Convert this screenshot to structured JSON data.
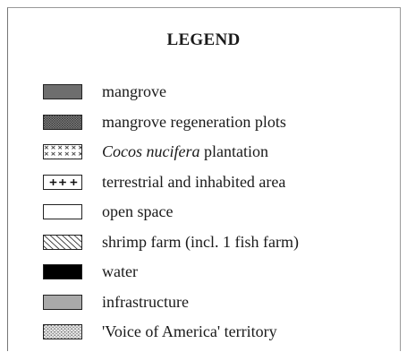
{
  "legend": {
    "title": "LEGEND",
    "items": [
      {
        "pattern": "solid-dark-gray",
        "color": "#6e6e6e",
        "label": "mangrove",
        "label_italic": "",
        "label_rest": ""
      },
      {
        "pattern": "dense-dots",
        "color": "#5a5a5a",
        "label": "mangrove regeneration plots",
        "label_italic": "",
        "label_rest": ""
      },
      {
        "pattern": "crosses-x",
        "color": "#ffffff",
        "label": "",
        "label_italic": "Cocos nucifera",
        "label_rest": " plantation"
      },
      {
        "pattern": "plus-signs",
        "color": "#ffffff",
        "label": "terrestrial and inhabited area",
        "label_italic": "",
        "label_rest": ""
      },
      {
        "pattern": "empty",
        "color": "#ffffff",
        "label": "open space",
        "label_italic": "",
        "label_rest": ""
      },
      {
        "pattern": "diagonal-hatch",
        "color": "#ffffff",
        "label": "shrimp farm (incl. 1 fish farm)",
        "label_italic": "",
        "label_rest": ""
      },
      {
        "pattern": "solid-black",
        "color": "#000000",
        "label": "water",
        "label_italic": "",
        "label_rest": ""
      },
      {
        "pattern": "solid-light-gray",
        "color": "#a9a9a9",
        "label": "infrastructure",
        "label_italic": "",
        "label_rest": ""
      },
      {
        "pattern": "sparse-dots",
        "color": "#cfcfcf",
        "label": "'Voice of America' territory",
        "label_italic": "",
        "label_rest": ""
      }
    ]
  }
}
